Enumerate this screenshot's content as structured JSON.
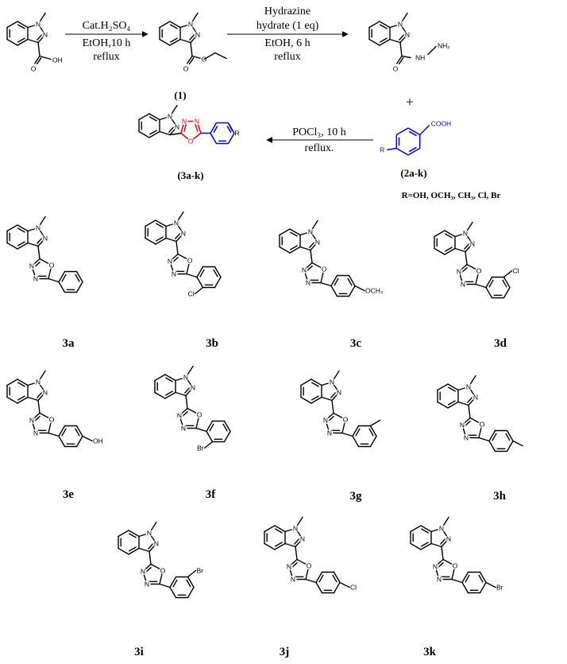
{
  "reaction": {
    "step1": {
      "reagent": "Cat.H₂SO₄",
      "solvent": "EtOH,10 h",
      "condition": "reflux"
    },
    "step2": {
      "reagent_line1": "Hydrazine",
      "reagent_line2": "hydrate (1 eq)",
      "solvent": "EtOH, 6 h",
      "condition": "reflux"
    },
    "step3": {
      "reagent": "POCl₃, 10 h",
      "condition": "reflux."
    },
    "plus": "+",
    "intermediate_label": "(1)",
    "acid_label": "(2a-k)",
    "product_label": "(3a-k)",
    "substituents": "R=OH, OCH₃, CH₃, Cl, Br"
  },
  "atoms": {
    "N": "N",
    "O": "O",
    "H": "H",
    "OH": "OH",
    "NH": "NH",
    "NH2": "NH₂",
    "R": "R",
    "COOH": "COOH",
    "Cl": "Cl",
    "Br": "Br",
    "OCH3": "OCH₃"
  },
  "compounds": [
    {
      "id": "3a",
      "substituent": ""
    },
    {
      "id": "3b",
      "substituent": "Cl"
    },
    {
      "id": "3c",
      "substituent": "OCH₃"
    },
    {
      "id": "3d",
      "substituent": "Cl"
    },
    {
      "id": "3e",
      "substituent": "OH"
    },
    {
      "id": "3f",
      "substituent": "Br"
    },
    {
      "id": "3g",
      "substituent": ""
    },
    {
      "id": "3h",
      "substituent": ""
    },
    {
      "id": "3i",
      "substituent": "Br"
    },
    {
      "id": "3j",
      "substituent": "Cl"
    },
    {
      "id": "3k",
      "substituent": "Br"
    }
  ]
}
